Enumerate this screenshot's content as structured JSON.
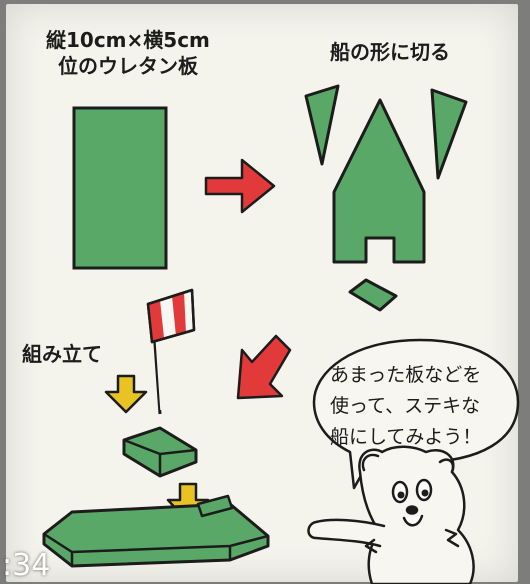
{
  "labels": {
    "size_line1": "縦10cm×横5cm",
    "size_line2": "位のウレタン板",
    "cut_title": "船の形に切る",
    "assemble": "組み立て",
    "bubble": [
      "あまった板などを",
      "使って、ステキな",
      "船にしてみよう！"
    ]
  },
  "overlay": {
    "timestamp": ":34"
  },
  "colors": {
    "board_green": "#5aa867",
    "arrow_red": "#e23a3a",
    "arrow_yellow": "#e9c224",
    "outline": "#1c1c1c"
  }
}
